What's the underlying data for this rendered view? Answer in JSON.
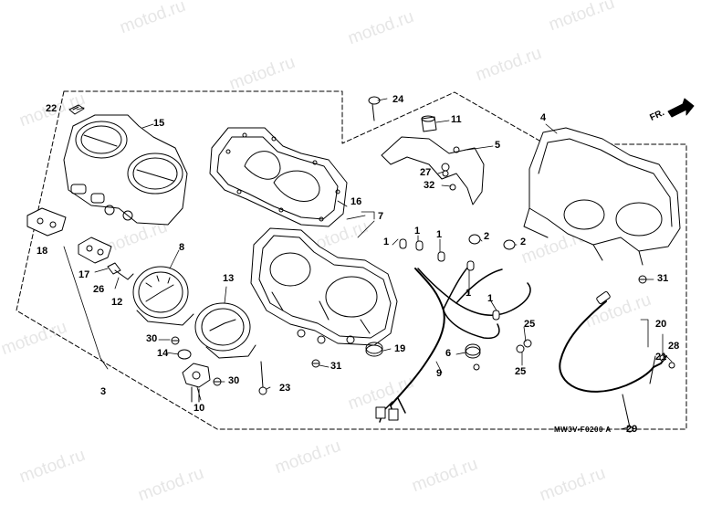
{
  "watermark": "motod.ru",
  "diagram_code": "MW3V-F0200 A",
  "direction_label": "FR.",
  "callouts": {
    "c1": "1",
    "c2": "2",
    "c3": "3",
    "c4": "4",
    "c5": "5",
    "c6": "6",
    "c7": "7",
    "c8": "8",
    "c9": "9",
    "c10": "10",
    "c11": "11",
    "c12": "12",
    "c13": "13",
    "c14": "14",
    "c15": "15",
    "c16": "16",
    "c17": "17",
    "c18": "18",
    "c19": "19",
    "c20": "20",
    "c21": "21",
    "c22": "22",
    "c23": "23",
    "c24": "24",
    "c25": "25",
    "c26": "26",
    "c27": "27",
    "c28": "28",
    "c29": "29",
    "c30": "30",
    "c31": "31",
    "c32": "32"
  },
  "colors": {
    "line": "#000000",
    "watermark": "#e6e6e6",
    "background": "#ffffff"
  }
}
